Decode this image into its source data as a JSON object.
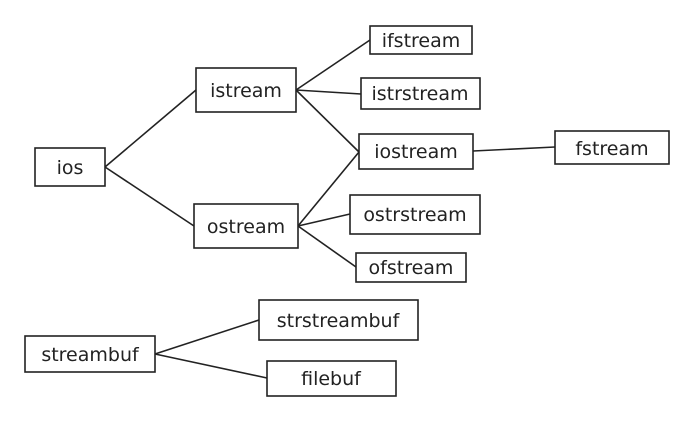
{
  "colors": {
    "background": "#ffffff",
    "stroke": "#222222",
    "text": "#222222"
  },
  "nodes": [
    {
      "id": "ios",
      "label": "ios"
    },
    {
      "id": "istream",
      "label": "istream"
    },
    {
      "id": "ostream",
      "label": "ostream"
    },
    {
      "id": "ifstream",
      "label": "ifstream"
    },
    {
      "id": "istrstream",
      "label": "istrstream"
    },
    {
      "id": "iostream",
      "label": "iostream"
    },
    {
      "id": "fstream",
      "label": "fstream"
    },
    {
      "id": "ostrstream",
      "label": "ostrstream"
    },
    {
      "id": "ofstream",
      "label": "ofstream"
    },
    {
      "id": "streambuf",
      "label": "streambuf"
    },
    {
      "id": "strstreambuf",
      "label": "strstreambuf"
    },
    {
      "id": "filebuf",
      "label": "filebuf"
    }
  ],
  "edges": [
    {
      "from": "ios",
      "to": "istream"
    },
    {
      "from": "ios",
      "to": "ostream"
    },
    {
      "from": "istream",
      "to": "ifstream"
    },
    {
      "from": "istream",
      "to": "istrstream"
    },
    {
      "from": "istream",
      "to": "iostream"
    },
    {
      "from": "ostream",
      "to": "iostream"
    },
    {
      "from": "ostream",
      "to": "ostrstream"
    },
    {
      "from": "ostream",
      "to": "ofstream"
    },
    {
      "from": "iostream",
      "to": "fstream"
    },
    {
      "from": "streambuf",
      "to": "strstreambuf"
    },
    {
      "from": "streambuf",
      "to": "filebuf"
    }
  ]
}
